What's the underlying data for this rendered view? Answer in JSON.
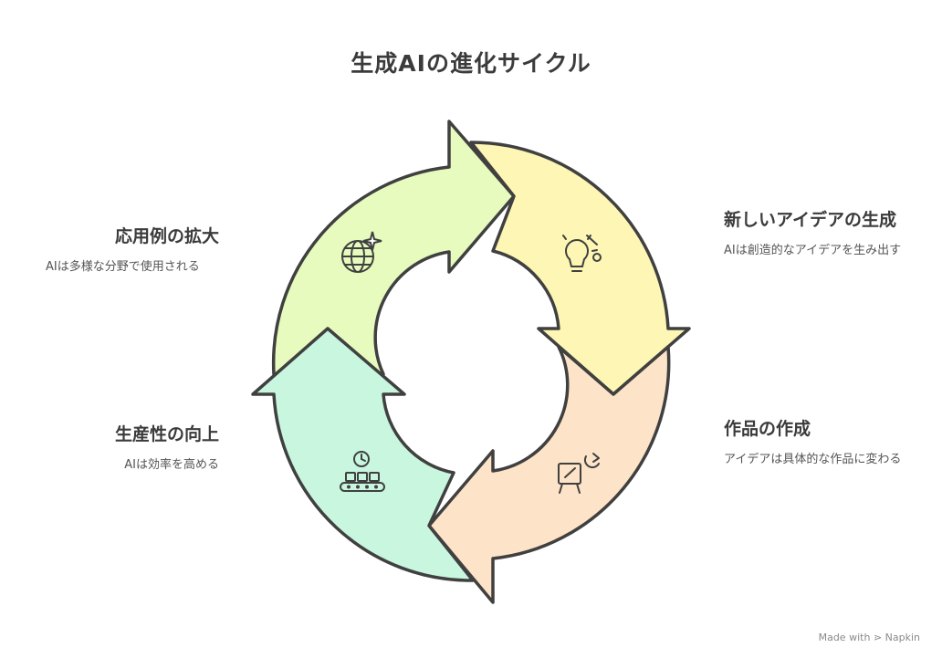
{
  "title": "生成AIの進化サイクル",
  "stages": {
    "idea": {
      "title": "新しいアイデアの生成",
      "description": "AIは創造的なアイデアを生み出す",
      "color": "#fdf6b4",
      "icon": "lightbulb-icon"
    },
    "work": {
      "title": "作品の作成",
      "description": "アイデアは具体的な作品に変わる",
      "color": "#fde3c8",
      "icon": "easel-icon"
    },
    "productivity": {
      "title": "生産性の向上",
      "description": "AIは効率を高める",
      "color": "#c9f6df",
      "icon": "conveyor-clock-icon"
    },
    "expansion": {
      "title": "応用例の拡大",
      "description": "AIは多様な分野で使用される",
      "color": "#e6fbbd",
      "icon": "globe-sparkle-icon"
    }
  },
  "stroke_color": "#404040",
  "footer": {
    "made_with": "Made with",
    "brand": "Napkin"
  }
}
